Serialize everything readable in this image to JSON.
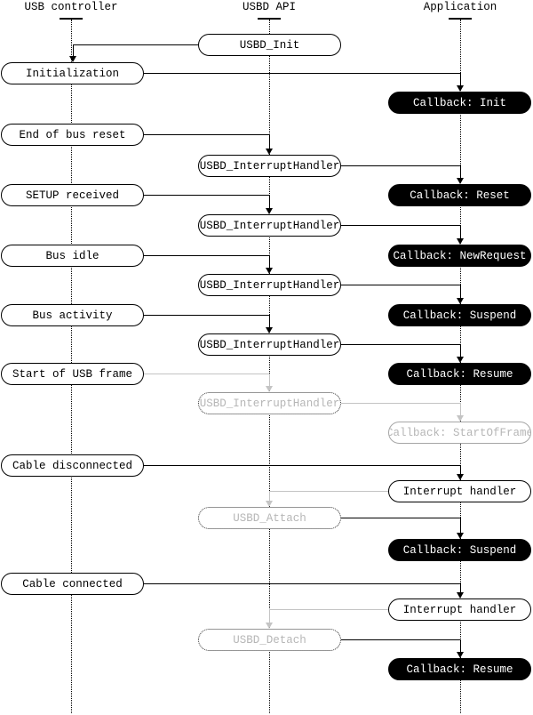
{
  "columns": [
    {
      "label": "USB controller"
    },
    {
      "label": "USBD API"
    },
    {
      "label": "Application"
    }
  ],
  "nodes": {
    "usbd_init": "USBD_Init",
    "initialization": "Initialization",
    "cb_init": "Callback: Init",
    "end_of_bus_reset": "End of bus reset",
    "uih_reset": "USBD_InterruptHandler",
    "setup_received": "SETUP received",
    "cb_reset": "Callback: Reset",
    "uih_new_request": "USBD_InterruptHandler",
    "bus_idle": "Bus idle",
    "cb_new_request": "Callback: NewRequest",
    "uih_suspend": "USBD_InterruptHandler",
    "bus_activity": "Bus activity",
    "cb_suspend": "Callback: Suspend",
    "uih_resume": "USBD_InterruptHandler",
    "start_of_usb_frame": "Start of USB frame",
    "cb_resume": "Callback: Resume",
    "uih_start_of_frame": "USBD_InterruptHandler",
    "cb_start_of_frame": "Callback: StartOfFrame",
    "cable_disconnected": "Cable disconnected",
    "interrupt_handler_1": "Interrupt handler",
    "usbd_attach": "USBD_Attach",
    "cb_suspend_2": "Callback: Suspend",
    "cable_connected": "Cable connected",
    "interrupt_handler_2": "Interrupt handler",
    "usbd_detach": "USBD_Detach",
    "cb_resume_2": "Callback: Resume"
  },
  "colors": {
    "callback_fill": "#000000",
    "callback_text": "#ffffff",
    "disabled_text": "#b6b6b6",
    "disabled_line": "#c4c4c4"
  }
}
